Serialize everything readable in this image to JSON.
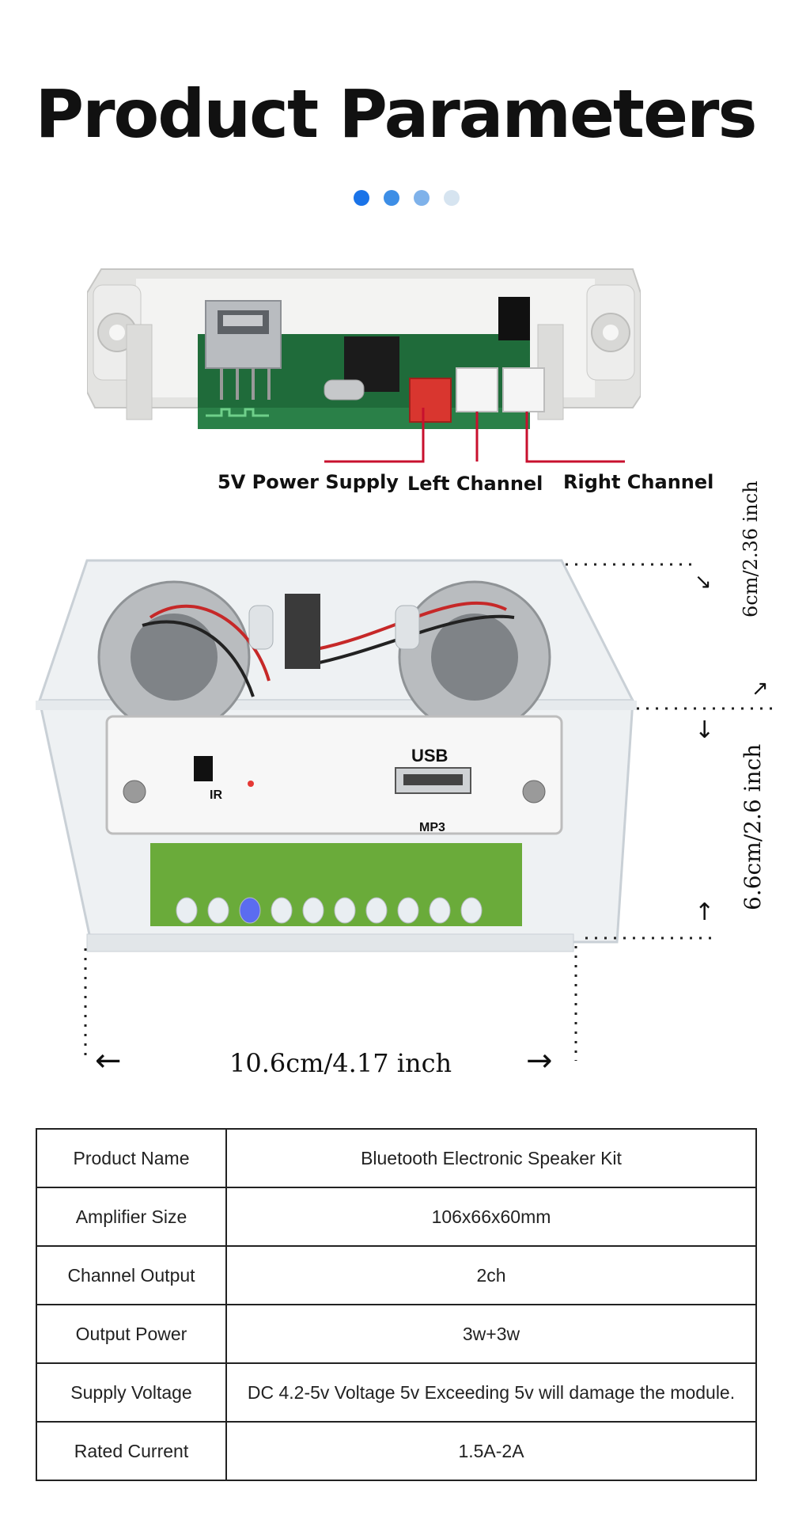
{
  "title": "Product Parameters",
  "carousel": {
    "dots": [
      {
        "color": "#1a73e8",
        "state": "active"
      },
      {
        "color": "#3d8ee6"
      },
      {
        "color": "#7fb2ea"
      },
      {
        "color": "#d6e4f0"
      }
    ]
  },
  "module": {
    "labels": {
      "power": "5V Power Supply",
      "left": "Left Channel",
      "right": "Right Channel"
    },
    "callout_color": "#c8102e"
  },
  "speaker": {
    "panel_labels": {
      "ir": "IR",
      "usb": "USB",
      "mp3": "MP3"
    },
    "dimensions": {
      "top_height": "6cm/2.36 inch",
      "front_height": "6.6cm/2.6 inch",
      "width": "10.6cm/4.17 inch"
    }
  },
  "specs": [
    {
      "name": "Product Name",
      "value": "Bluetooth Electronic Speaker Kit"
    },
    {
      "name": "Amplifier Size",
      "value": "106x66x60mm"
    },
    {
      "name": "Channel Output",
      "value": "2ch"
    },
    {
      "name": "Output Power",
      "value": "3w+3w"
    },
    {
      "name": "Supply Voltage",
      "value": "DC 4.2-5v Voltage 5v Exceeding 5v will damage the module."
    },
    {
      "name": "Rated Current",
      "value": "1.5A-2A"
    }
  ]
}
